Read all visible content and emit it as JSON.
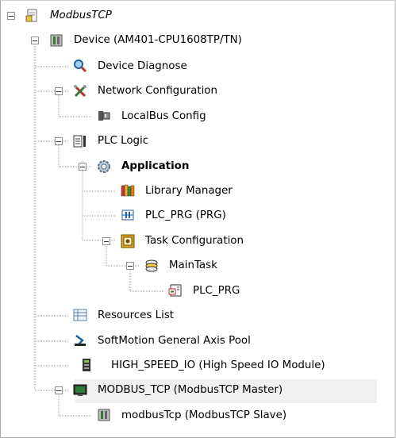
{
  "tree": {
    "root": {
      "label": "ModbusTCP",
      "icon": "project-icon"
    },
    "device": {
      "label": "Device (AM401-CPU1608TP/TN)",
      "icon": "device-icon"
    },
    "device_diagnose": {
      "label": "Device Diagnose",
      "icon": "magnifier-icon"
    },
    "network_configuration": {
      "label": "Network Configuration",
      "icon": "tools-icon"
    },
    "localbus_config": {
      "label": "LocalBus Config",
      "icon": "localbus-icon"
    },
    "plc_logic": {
      "label": "PLC Logic",
      "icon": "plc-logic-icon"
    },
    "application": {
      "label": "Application",
      "icon": "gear-icon"
    },
    "library_manager": {
      "label": "Library Manager",
      "icon": "library-icon"
    },
    "plc_prg_prg": {
      "label": "PLC_PRG (PRG)",
      "icon": "program-icon"
    },
    "task_configuration": {
      "label": "Task Configuration",
      "icon": "task-config-icon"
    },
    "main_task": {
      "label": "MainTask",
      "icon": "task-icon"
    },
    "plc_prg": {
      "label": "PLC_PRG",
      "icon": "program-call-icon"
    },
    "resources_list": {
      "label": "Resources List",
      "icon": "list-icon"
    },
    "softmotion": {
      "label": "SoftMotion General Axis Pool",
      "icon": "axis-icon"
    },
    "high_speed_io": {
      "label": "HIGH_SPEED_IO (High Speed IO Module)",
      "icon": "io-module-icon"
    },
    "modbus_tcp_master": {
      "label": "MODBUS_TCP (ModbusTCP Master)",
      "icon": "monitor-icon"
    },
    "modbus_tcp_slave": {
      "label": "modbusTcp (ModbusTCP Slave)",
      "icon": "slave-device-icon"
    }
  },
  "colors": {
    "selection_background": "#f0f0f0",
    "tree_line": "#a0a0a0"
  }
}
